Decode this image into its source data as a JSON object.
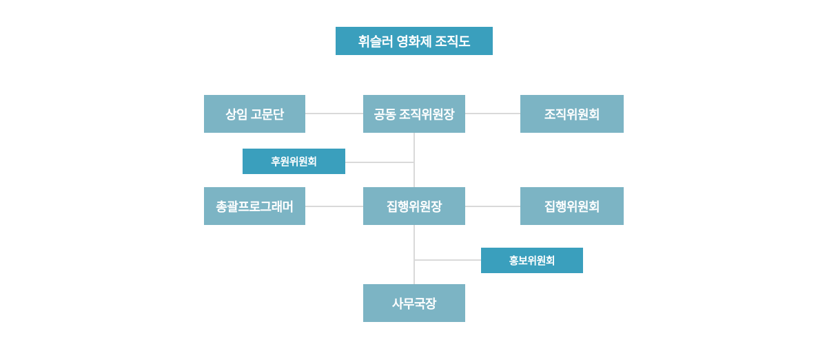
{
  "title": {
    "label": "휘슬러 영화제 조직도"
  },
  "colors": {
    "primary": "#3a9fbd",
    "secondary": "#7cb4c4",
    "connector": "#d9d9d9",
    "text": "#ffffff",
    "bg": "#ffffff"
  },
  "nodes": {
    "advisory": {
      "label": "상임 고문단"
    },
    "co_chair": {
      "label": "공동 조직위원장"
    },
    "organizing_committee": {
      "label": "조직위원회"
    },
    "sponsorship_committee": {
      "label": "후원위원회"
    },
    "chief_programmer": {
      "label": "총괄프로그래머"
    },
    "executive_chair": {
      "label": "집행위원장"
    },
    "executive_committee": {
      "label": "집행위원회"
    },
    "pr_committee": {
      "label": "홍보위원회"
    },
    "secretary_general": {
      "label": "사무국장"
    }
  }
}
